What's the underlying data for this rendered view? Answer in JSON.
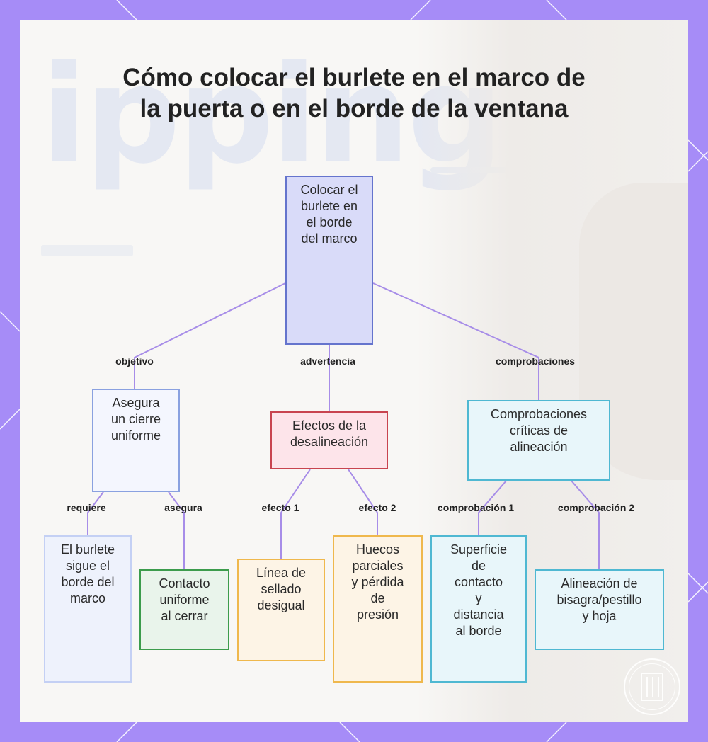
{
  "title": "Cómo colocar el burlete en el marco de la puerta o en el borde de la ventana",
  "background": {
    "text": "ipping"
  },
  "colors": {
    "frame": "#a68cf7",
    "edge": "#a78de8",
    "root": "#6574cd",
    "warning": "#c84450",
    "effect": "#efb84d",
    "check": "#4fb8d2",
    "result": "#3c9c4c"
  },
  "nodes": {
    "root": {
      "lines": [
        "Colocar el",
        "burlete en",
        "el borde",
        "del marco"
      ]
    },
    "objective": {
      "lines": [
        "Asegura",
        "un cierre",
        "uniforme"
      ]
    },
    "warning": {
      "lines": [
        "Efectos de la",
        "desalineación"
      ]
    },
    "checks": {
      "lines": [
        "Comprobaciones",
        "críticas de",
        "alineación"
      ]
    },
    "requires": {
      "lines": [
        "El burlete",
        "sigue el",
        "borde del",
        "marco"
      ]
    },
    "ensures": {
      "lines": [
        "Contacto",
        "uniforme",
        "al cerrar"
      ]
    },
    "effect1": {
      "lines": [
        "Línea de",
        "sellado",
        "desigual"
      ]
    },
    "effect2": {
      "lines": [
        "Huecos",
        "parciales",
        "y pérdida",
        "de",
        "presión"
      ]
    },
    "check1": {
      "lines": [
        "Superficie",
        "de",
        "contacto",
        "y",
        "distancia",
        "al borde"
      ]
    },
    "check2": {
      "lines": [
        "Alineación de",
        "bisagra/pestillo",
        "y hoja"
      ]
    }
  },
  "edge_labels": {
    "objective": "objetivo",
    "warning": "advertencia",
    "checks": "comprobaciones",
    "requires": "requiere",
    "ensures": "asegura",
    "effect1": "efecto 1",
    "effect2": "efecto 2",
    "check1": "comprobación 1",
    "check2": "comprobación 2"
  },
  "logo": {
    "name": "brand-seal-logo"
  }
}
